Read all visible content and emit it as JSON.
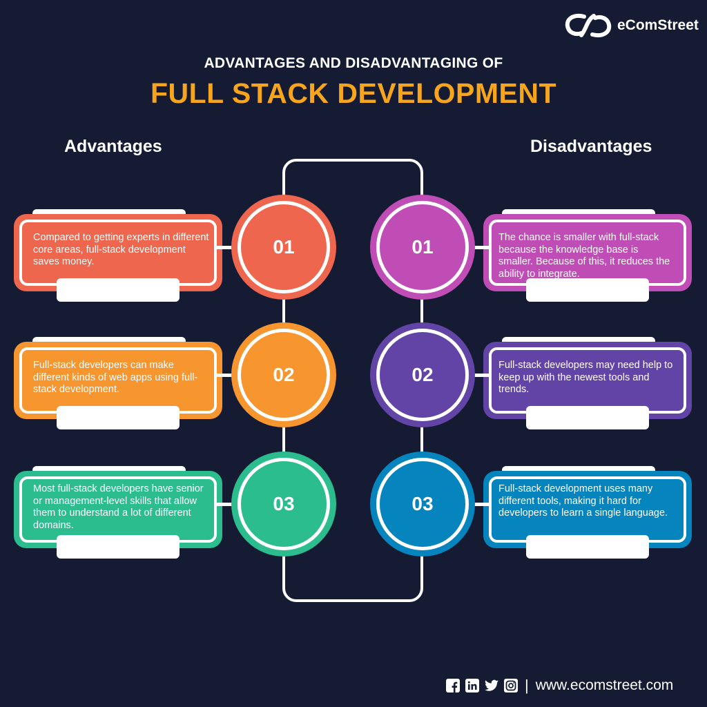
{
  "brand": {
    "name": "eComStreet"
  },
  "header": {
    "line1": "ADVANTAGES AND DISADVANTAGING OF",
    "line2": "FULL STACK DEVELOPMENT"
  },
  "advantages": {
    "heading": "Advantages",
    "items": [
      {
        "number": "01",
        "text": "Compared to getting experts in different core areas, full-stack development saves money.",
        "color": "#ee664d"
      },
      {
        "number": "02",
        "text": "Full-stack developers can make different kinds of web apps using full-stack development.",
        "color": "#f7952f"
      },
      {
        "number": "03",
        "text": "Most full-stack developers have senior or management-level skills that allow them to understand a lot of different domains.",
        "color": "#2bbd8e"
      }
    ]
  },
  "disadvantages": {
    "heading": "Disadvantages",
    "items": [
      {
        "number": "01",
        "text": "The chance is smaller with full-stack because the knowledge base is smaller. Because of this, it reduces the ability to integrate.",
        "color": "#c04cb6"
      },
      {
        "number": "02",
        "text": "Full-stack developers may need help to keep up with the newest tools and trends.",
        "color": "#6244a6"
      },
      {
        "number": "03",
        "text": "Full-stack development uses many different tools, making it hard for developers to learn a single language.",
        "color": "#0584bd"
      }
    ]
  },
  "footer": {
    "social_icons": [
      "facebook-icon",
      "linkedin-icon",
      "twitter-icon",
      "instagram-icon"
    ],
    "separator": "|",
    "website": "www.ecomstreet.com"
  }
}
